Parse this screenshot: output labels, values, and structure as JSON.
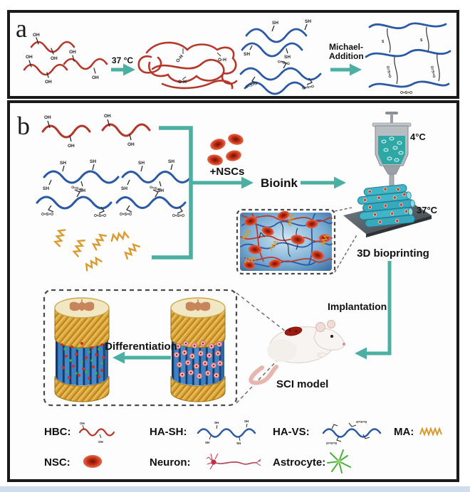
{
  "figure": {
    "panel_a_label": "a",
    "panel_b_label": "b"
  },
  "panel_a": {
    "thermal_arrow_label": "37 °C",
    "michael_line1": "Michael-",
    "michael_line2": "Addition"
  },
  "panel_b": {
    "add_nscs_label": "+NSCs",
    "bioink_label": "Bioink",
    "printhead_temp": "4°C",
    "scaffold_temp": "37°C",
    "bioprinting_caption": "3D bioprinting",
    "implantation_label": "Implantation",
    "sci_model_label": "SCI model",
    "differentiation_label": "Differentiation"
  },
  "chem_labels": {
    "oh": "OH",
    "sh": "SH",
    "vinyl_sulfone": "O=S=O",
    "thioether": "S",
    "hydrogen_bond": "O-H"
  },
  "legend": {
    "hbc_label": "HBC:",
    "ha_sh_label": "HA-SH:",
    "ha_vs_label": "HA-VS:",
    "ma_label": "MA:",
    "nsc_label": "NSC:",
    "neuron_label": "Neuron:",
    "astrocyte_label": "Astrocyte:"
  },
  "colors": {
    "red_polymer": "#b5372a",
    "blue_polymer": "#2b5aa5",
    "arrow_teal": "#4bb0a2",
    "ma_gold": "#d99a2e",
    "nsc_cell_red": "#c63015",
    "scaffold_teal": "#41b4c6",
    "gold_band": "#d9a337",
    "astrocyte_green": "#49b13a",
    "neuron_red": "#c13046",
    "frame_black": "#1a1a1a"
  }
}
